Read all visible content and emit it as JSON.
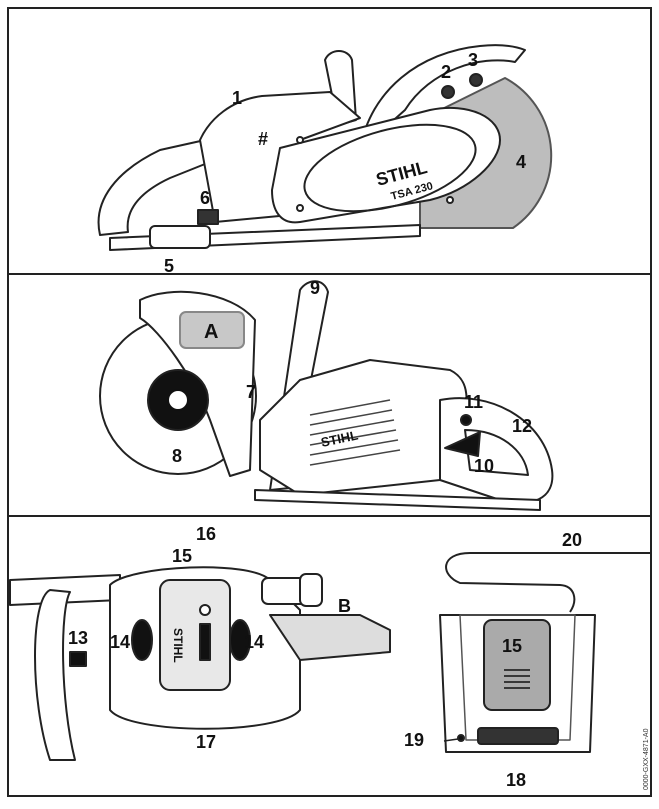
{
  "panels": {
    "top": {
      "callouts": [
        "1",
        "#",
        "2",
        "3",
        "4",
        "5",
        "6"
      ],
      "brand": "STIHL",
      "model": "TSA 230"
    },
    "middle": {
      "callouts": [
        "9",
        "7",
        "8",
        "11",
        "12",
        "10"
      ],
      "guard_letter": "A",
      "brand": "STIHL"
    },
    "bottom_left": {
      "callouts": [
        "16",
        "15",
        "13",
        "14",
        "14",
        "17"
      ],
      "area_letter": "B",
      "battery_brand": "STIHL"
    },
    "bottom_right": {
      "callouts": [
        "20",
        "15",
        "19",
        "18"
      ]
    }
  },
  "image_code": "0000-GXX-4871-A0"
}
